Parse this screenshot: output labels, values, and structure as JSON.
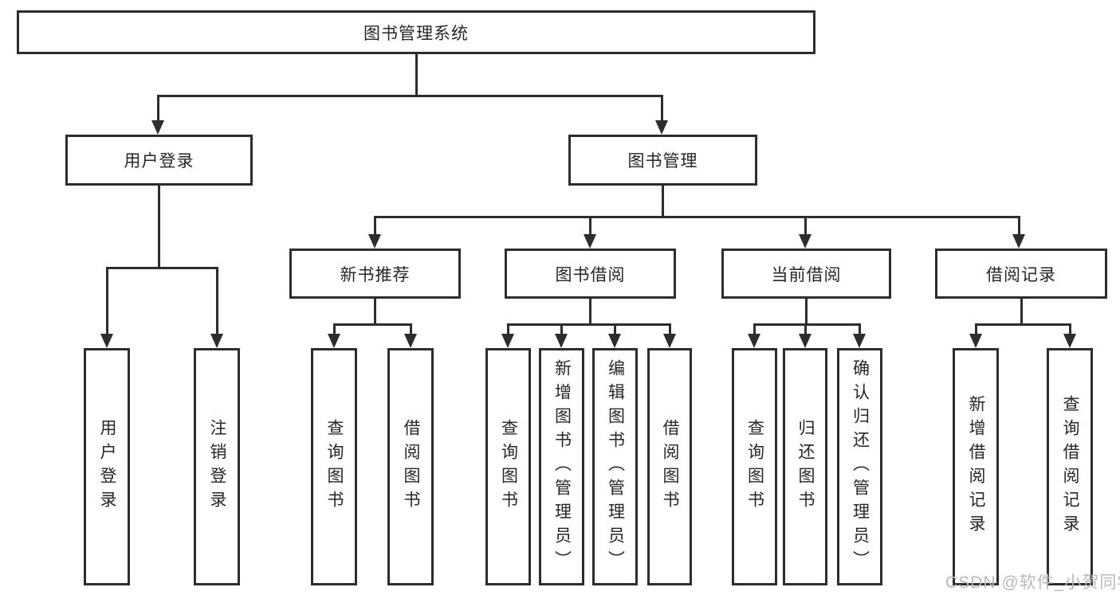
{
  "diagram": {
    "root": {
      "label": "图书管理系统"
    },
    "level2": [
      {
        "label": "用户登录"
      },
      {
        "label": "图书管理"
      }
    ],
    "level3": [
      {
        "label": "新书推荐"
      },
      {
        "label": "图书借阅"
      },
      {
        "label": "当前借阅"
      },
      {
        "label": "借阅记录"
      }
    ],
    "leaves": {
      "user_login": [
        {
          "label": "用户登录"
        },
        {
          "label": "注销登录"
        }
      ],
      "new_book_recommend": [
        {
          "label": "查询图书"
        },
        {
          "label": "借阅图书"
        }
      ],
      "book_borrow": [
        {
          "label": "查询图书"
        },
        {
          "label": "新增图书（管理员）"
        },
        {
          "label": "编辑图书（管理员）"
        },
        {
          "label": "借阅图书"
        }
      ],
      "current_borrow": [
        {
          "label": "查询图书"
        },
        {
          "label": "归还图书"
        },
        {
          "label": "确认归还（管理员）"
        }
      ],
      "borrow_record": [
        {
          "label": "新增借阅记录"
        },
        {
          "label": "查询借阅记录"
        }
      ]
    }
  },
  "watermark": {
    "text": "CSDN @软件_小贺同学"
  },
  "colors": {
    "line": "#2d2d2d",
    "box_border": "#2d2d2d",
    "text": "#262626",
    "watermark": "#b9b9b9",
    "background": "#ffffff"
  }
}
